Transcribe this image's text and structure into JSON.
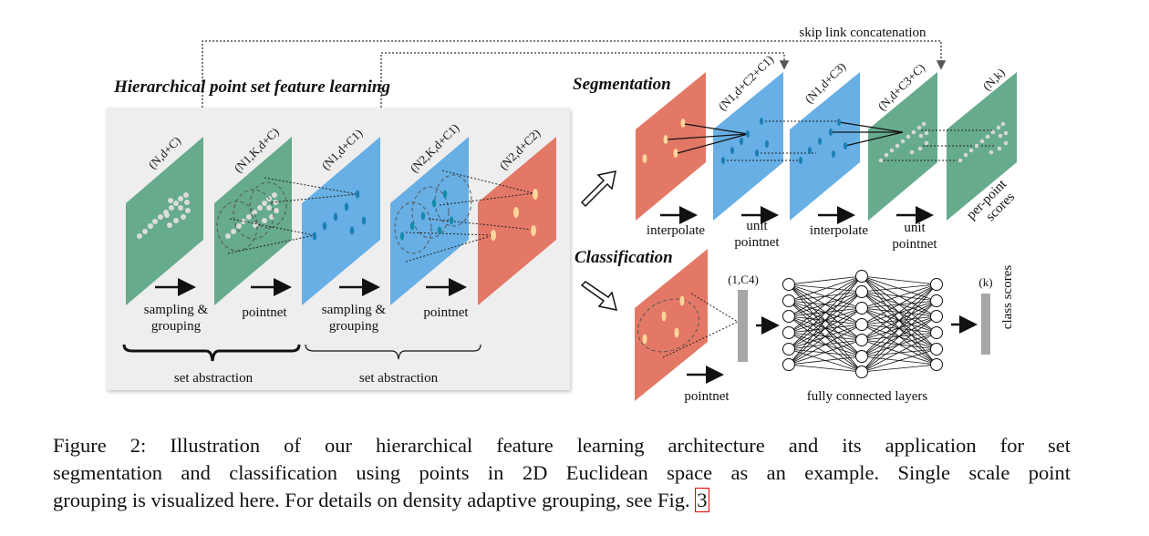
{
  "figure": {
    "skip_label": "skip link concatenation",
    "hier_title": "Hierarchical point set feature learning",
    "seg_title": "Segmentation",
    "cls_title": "Classification",
    "colors": {
      "green": "#66ab8c",
      "blue": "#67afe4",
      "red": "#e47866",
      "panel": "#eeeeee",
      "bar": "#a6a6a6"
    },
    "hier": {
      "dims": [
        "(N,d+C)",
        "(N1,K,d+C)",
        "(N1,d+C1)",
        "(N2,K,d+C1)",
        "(N2,d+C2)"
      ],
      "steps": [
        {
          "l1": "sampling &",
          "l2": "grouping"
        },
        {
          "l1": "pointnet"
        },
        {
          "l1": "sampling &",
          "l2": "grouping"
        },
        {
          "l1": "pointnet"
        }
      ],
      "groups": [
        "set abstraction",
        "set abstraction"
      ]
    },
    "seg": {
      "dims": [
        "(N1,d+C2+C1)",
        "(N1,d+C3)",
        "(N,d+C3+C)",
        "(N,k)"
      ],
      "steps": [
        {
          "l1": "interpolate"
        },
        {
          "l1": "unit",
          "l2": "pointnet"
        },
        {
          "l1": "interpolate"
        },
        {
          "l1": "unit",
          "l2": "pointnet"
        }
      ],
      "output_l1": "per-point",
      "output_l2": "scores"
    },
    "cls": {
      "vec_dim": "(1,C4)",
      "out_dim": "(k)",
      "step": "pointnet",
      "fc": "fully connected layers",
      "output": "class scores"
    }
  },
  "caption": {
    "line1": "Figure 2: Illustration of our hierarchical feature learning architecture and its application for set",
    "line2": "segmentation and classification using points in 2D Euclidean space as an example. Single scale point",
    "line3": "grouping is visualized here. For details on density adaptive grouping, see Fig.",
    "ref": "3"
  }
}
